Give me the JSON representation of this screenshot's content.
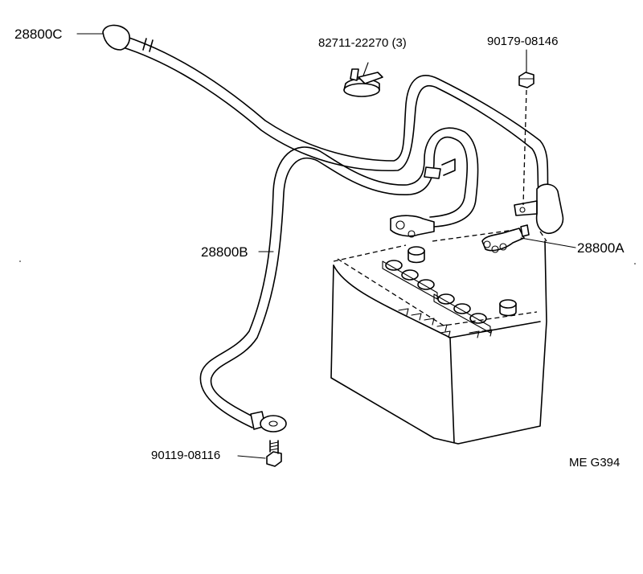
{
  "parts": {
    "cable_c": "28800C",
    "clamp": "82711-22270 (3)",
    "nut": "90179-08146",
    "cable_b": "28800B",
    "cable_a": "28800A",
    "bolt": "90119-08116"
  },
  "figure_code": "ME  G394"
}
